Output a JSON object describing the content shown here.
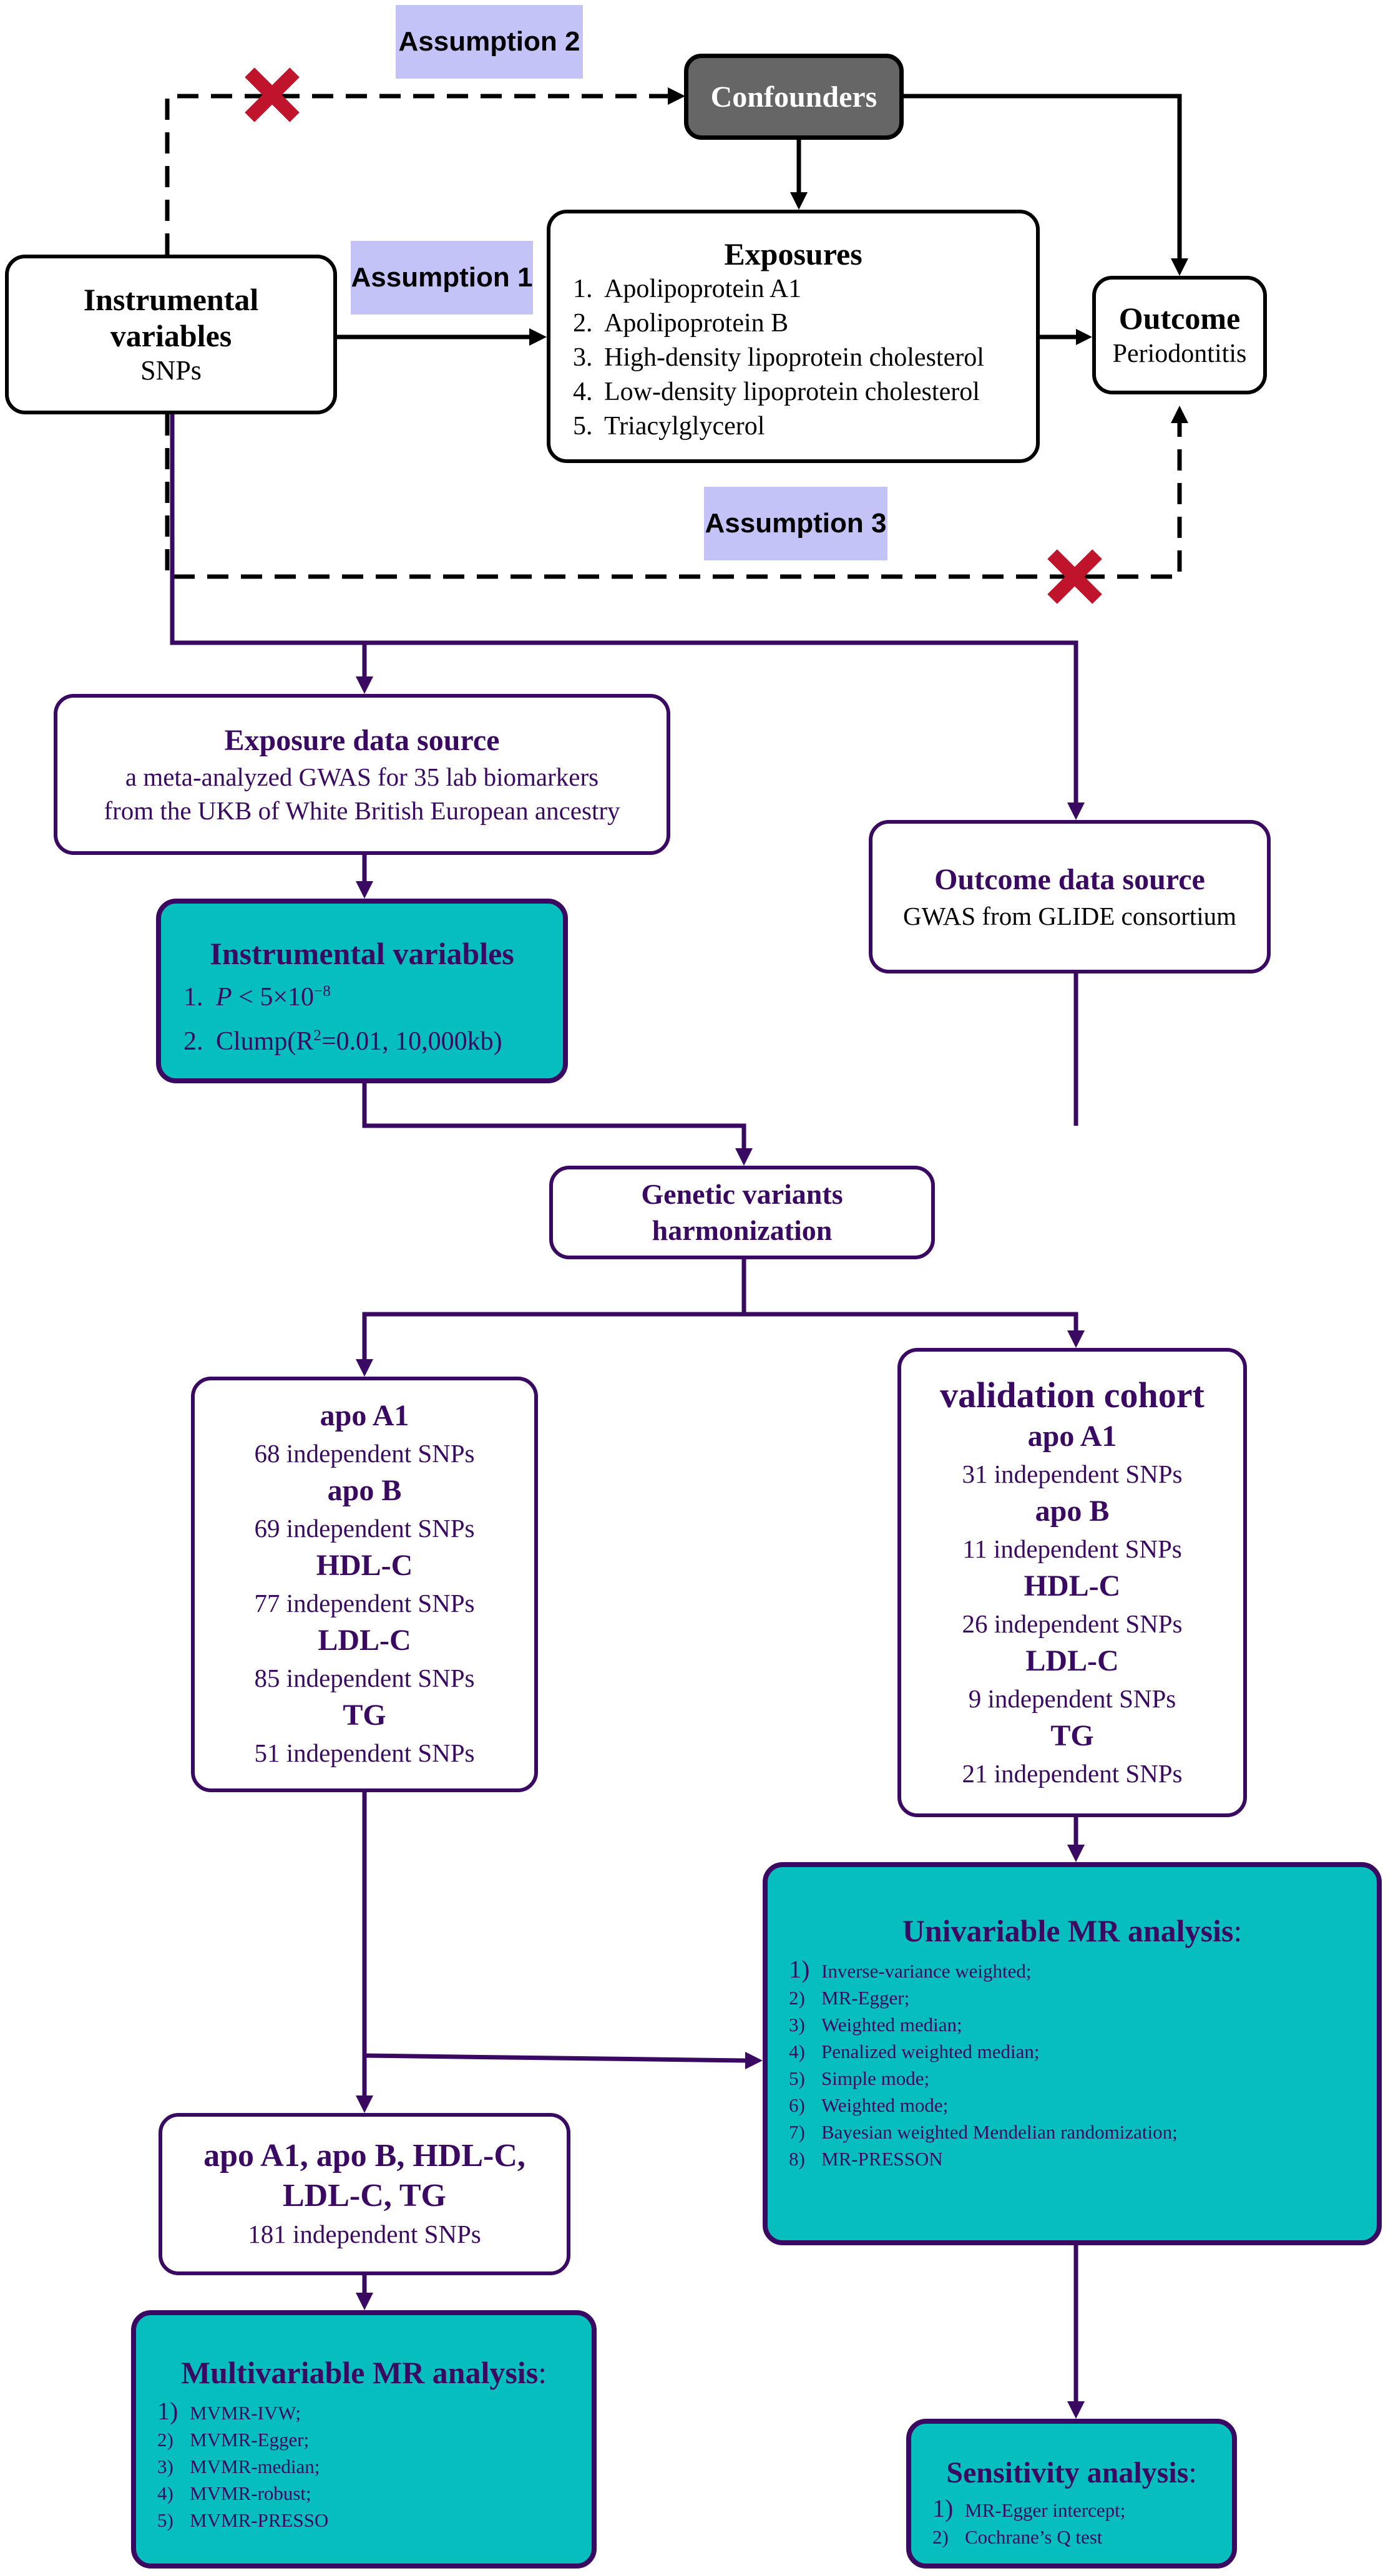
{
  "assumptions": {
    "a1": "Assumption 1",
    "a2": "Assumption 2",
    "a3": "Assumption 3"
  },
  "confounders": "Confounders",
  "instrumental": {
    "title_line1": "Instrumental",
    "title_line2": "variables",
    "sub": "SNPs"
  },
  "exposures": {
    "title": "Exposures",
    "items": [
      {
        "n": "1.",
        "t": "Apolipoprotein A1"
      },
      {
        "n": "2.",
        "t": "Apolipoprotein B"
      },
      {
        "n": "3.",
        "t": "High-density lipoprotein cholesterol"
      },
      {
        "n": "4.",
        "t": "Low-density lipoprotein cholesterol"
      },
      {
        "n": "5.",
        "t": "Triacylglycerol"
      }
    ]
  },
  "outcome": {
    "title": "Outcome",
    "sub": "Periodontitis"
  },
  "exposure_source": {
    "title": "Exposure data source",
    "line1": "a meta-analyzed GWAS for 35 lab biomarkers",
    "line2": "from the UKB of White British European ancestry"
  },
  "outcome_source": {
    "title": "Outcome data source",
    "line1": "GWAS from GLIDE consortium"
  },
  "iv_box": {
    "title": "Instrumental variables",
    "i1_num": "1.",
    "i1_p": "P",
    "i1_rest": " < 5×10",
    "i1_exp": "−8",
    "i2_num": "2.",
    "i2_a": "Clump(R",
    "i2_exp": "2",
    "i2_b": "=0.01, 10,000kb)"
  },
  "harmonization": {
    "line1": "Genetic variants",
    "line2": "harmonization"
  },
  "left_snps": [
    {
      "name": "apo A1",
      "count": "68 independent SNPs"
    },
    {
      "name": "apo B",
      "count": "69 independent SNPs"
    },
    {
      "name": "HDL-C",
      "count": "77 independent SNPs"
    },
    {
      "name": "LDL-C",
      "count": "85 independent SNPs"
    },
    {
      "name": "TG",
      "count": "51 independent SNPs"
    }
  ],
  "validation": {
    "title": "validation cohort",
    "items": [
      {
        "name": "apo A1",
        "count": "31 independent SNPs"
      },
      {
        "name": "apo B",
        "count": "11 independent SNPs"
      },
      {
        "name": "HDL-C",
        "count": "26 independent SNPs"
      },
      {
        "name": "LDL-C",
        "count": "9 independent SNPs"
      },
      {
        "name": "TG",
        "count": "21 independent SNPs"
      }
    ]
  },
  "univariable": {
    "title": "Univariable MR analysis",
    "colon": ":",
    "items": [
      {
        "n": "1)",
        "t": "Inverse-variance weighted;"
      },
      {
        "n": "2)",
        "t": "MR-Egger;"
      },
      {
        "n": "3)",
        "t": "Weighted median;"
      },
      {
        "n": "4)",
        "t": "Penalized weighted median;"
      },
      {
        "n": "5)",
        "t": "Simple mode;"
      },
      {
        "n": "6)",
        "t": "Weighted mode;"
      },
      {
        "n": "7)",
        "t": "Bayesian weighted Mendelian randomization;"
      },
      {
        "n": "8)",
        "t": "MR-PRESSON"
      }
    ]
  },
  "combined": {
    "line1": "apo A1, apo B, HDL-C,",
    "line2": "LDL-C, TG",
    "count": "181 independent SNPs"
  },
  "multivariable": {
    "title": "Multivariable MR analysis",
    "colon": ":",
    "items": [
      {
        "n": "1)",
        "t": "MVMR-IVW;"
      },
      {
        "n": "2)",
        "t": "MVMR-Egger;"
      },
      {
        "n": "3)",
        "t": "MVMR-median;"
      },
      {
        "n": "4)",
        "t": "MVMR-robust;"
      },
      {
        "n": "5)",
        "t": "MVMR-PRESSO"
      }
    ]
  },
  "sensitivity": {
    "title": "Sensitivity analysis",
    "colon": ":",
    "items": [
      {
        "n": "1)",
        "t": "MR-Egger intercept;"
      },
      {
        "n": "2)",
        "t": "Cochrane’s Q test"
      }
    ]
  },
  "colors": {
    "purple": "#3a0a63",
    "teal": "#06bebe",
    "lavender": "#c3c3f7",
    "cross": "#c0132c",
    "confounder": "#666666"
  }
}
